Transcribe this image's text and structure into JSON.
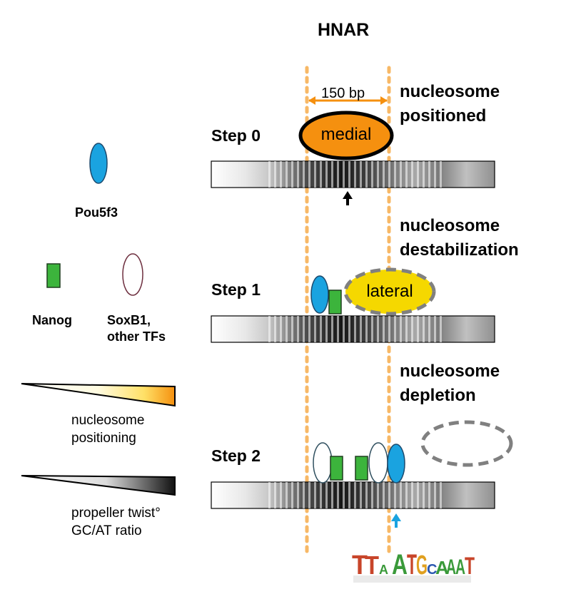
{
  "title": "HNAR",
  "width_label": "150 bp",
  "steps": [
    {
      "label": "Step 0",
      "status_line1": "nucleosome",
      "status_line2": "positioned",
      "nucleosome_label": "medial"
    },
    {
      "label": "Step 1",
      "status_line1": "nucleosome",
      "status_line2": "destabilization",
      "nucleosome_label": "lateral"
    },
    {
      "label": "Step 2",
      "status_line1": "nucleosome",
      "status_line2": "depletion",
      "nucleosome_label": ""
    }
  ],
  "legend": {
    "pou5f3": "Pou5f3",
    "nanog": "Nanog",
    "soxb1_line1": "SoxB1,",
    "soxb1_line2": "other TFs",
    "positioning_line1": "nucleosome",
    "positioning_line2": "positioning",
    "twist_line1": "propeller twist°",
    "twist_line2": "GC/AT ratio"
  },
  "colors": {
    "pou5f3": "#1aa3e0",
    "nanog": "#3cb43c",
    "medial_nucleosome": "#f5900f",
    "lateral_nucleosome": "#f5d800",
    "dotted_line": "#f7b866",
    "dashed_outline": "#808080",
    "arrow_black": "#000000",
    "arrow_blue": "#1aa3e0"
  },
  "motif_logo": "TTAATGCAAAT"
}
